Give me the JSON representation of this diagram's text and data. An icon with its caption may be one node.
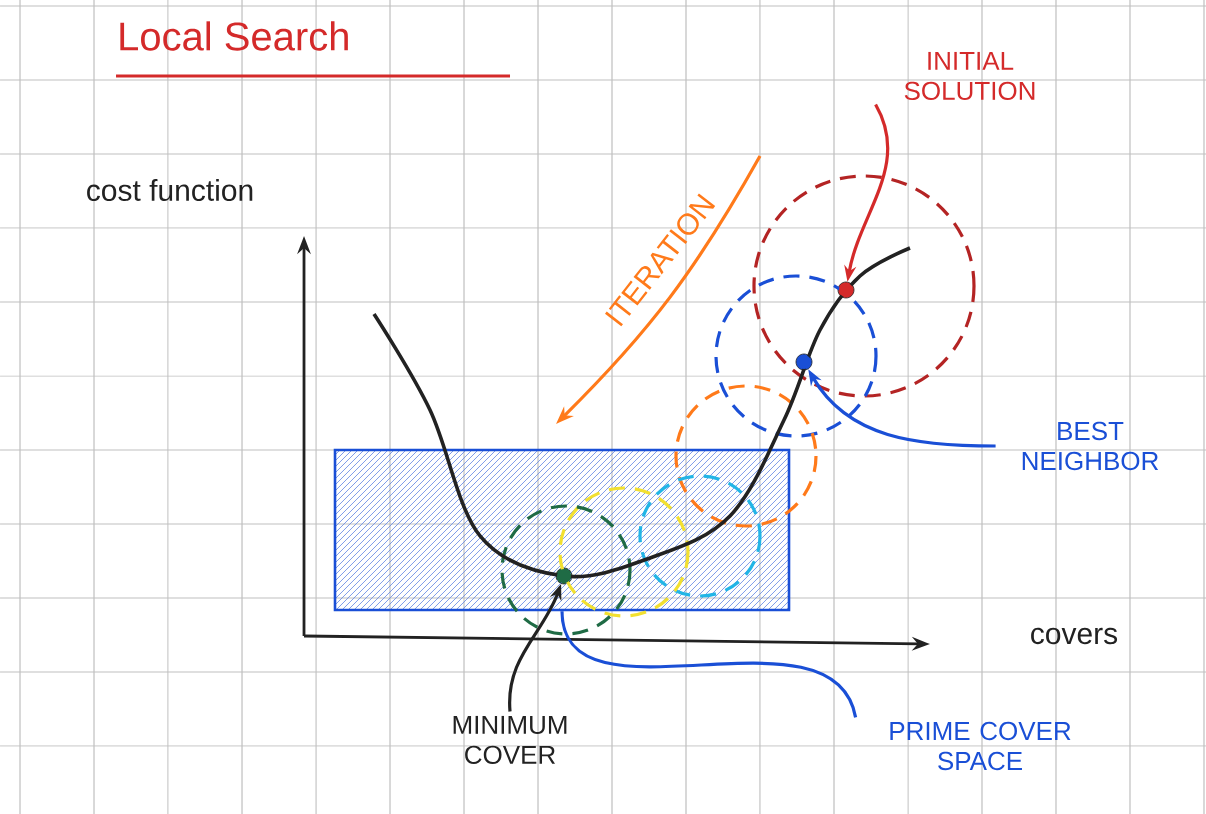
{
  "diagram": {
    "title": "Local Search",
    "nodes": [
      {
        "text": [
          "INITIAL SOLUTION"
        ]
      },
      {
        "text": [],
        "shape": "circle"
      },
      {
        "text": [
          "BEST NEIGHBOR"
        ]
      },
      {
        "text": [],
        "shape": "circle"
      },
      {
        "text": [
          "MINIMUM COVER"
        ]
      },
      {
        "text": [],
        "shape": "circle",
        "in": 7
      },
      {
        "text": [
          "PRIME COVER SPACE"
        ]
      },
      {
        "text": [],
        "shape": "box"
      }
    ],
    "edges": [
      {
        "from": 0,
        "to": 1,
        "arrow": "to",
        "color": "#d42a2a"
      },
      {
        "from": 2,
        "to": 3,
        "arrow": "to",
        "color": "#1a4fd6"
      },
      {
        "from": 4,
        "to": 5,
        "arrow": "to",
        "color": "#222222"
      },
      {
        "from": 6,
        "to": 7,
        "arrow": "none",
        "color": "#1a4fd6"
      }
    ],
    "labels": [
      "cost function",
      "covers",
      "ITERATION"
    ]
  }
}
